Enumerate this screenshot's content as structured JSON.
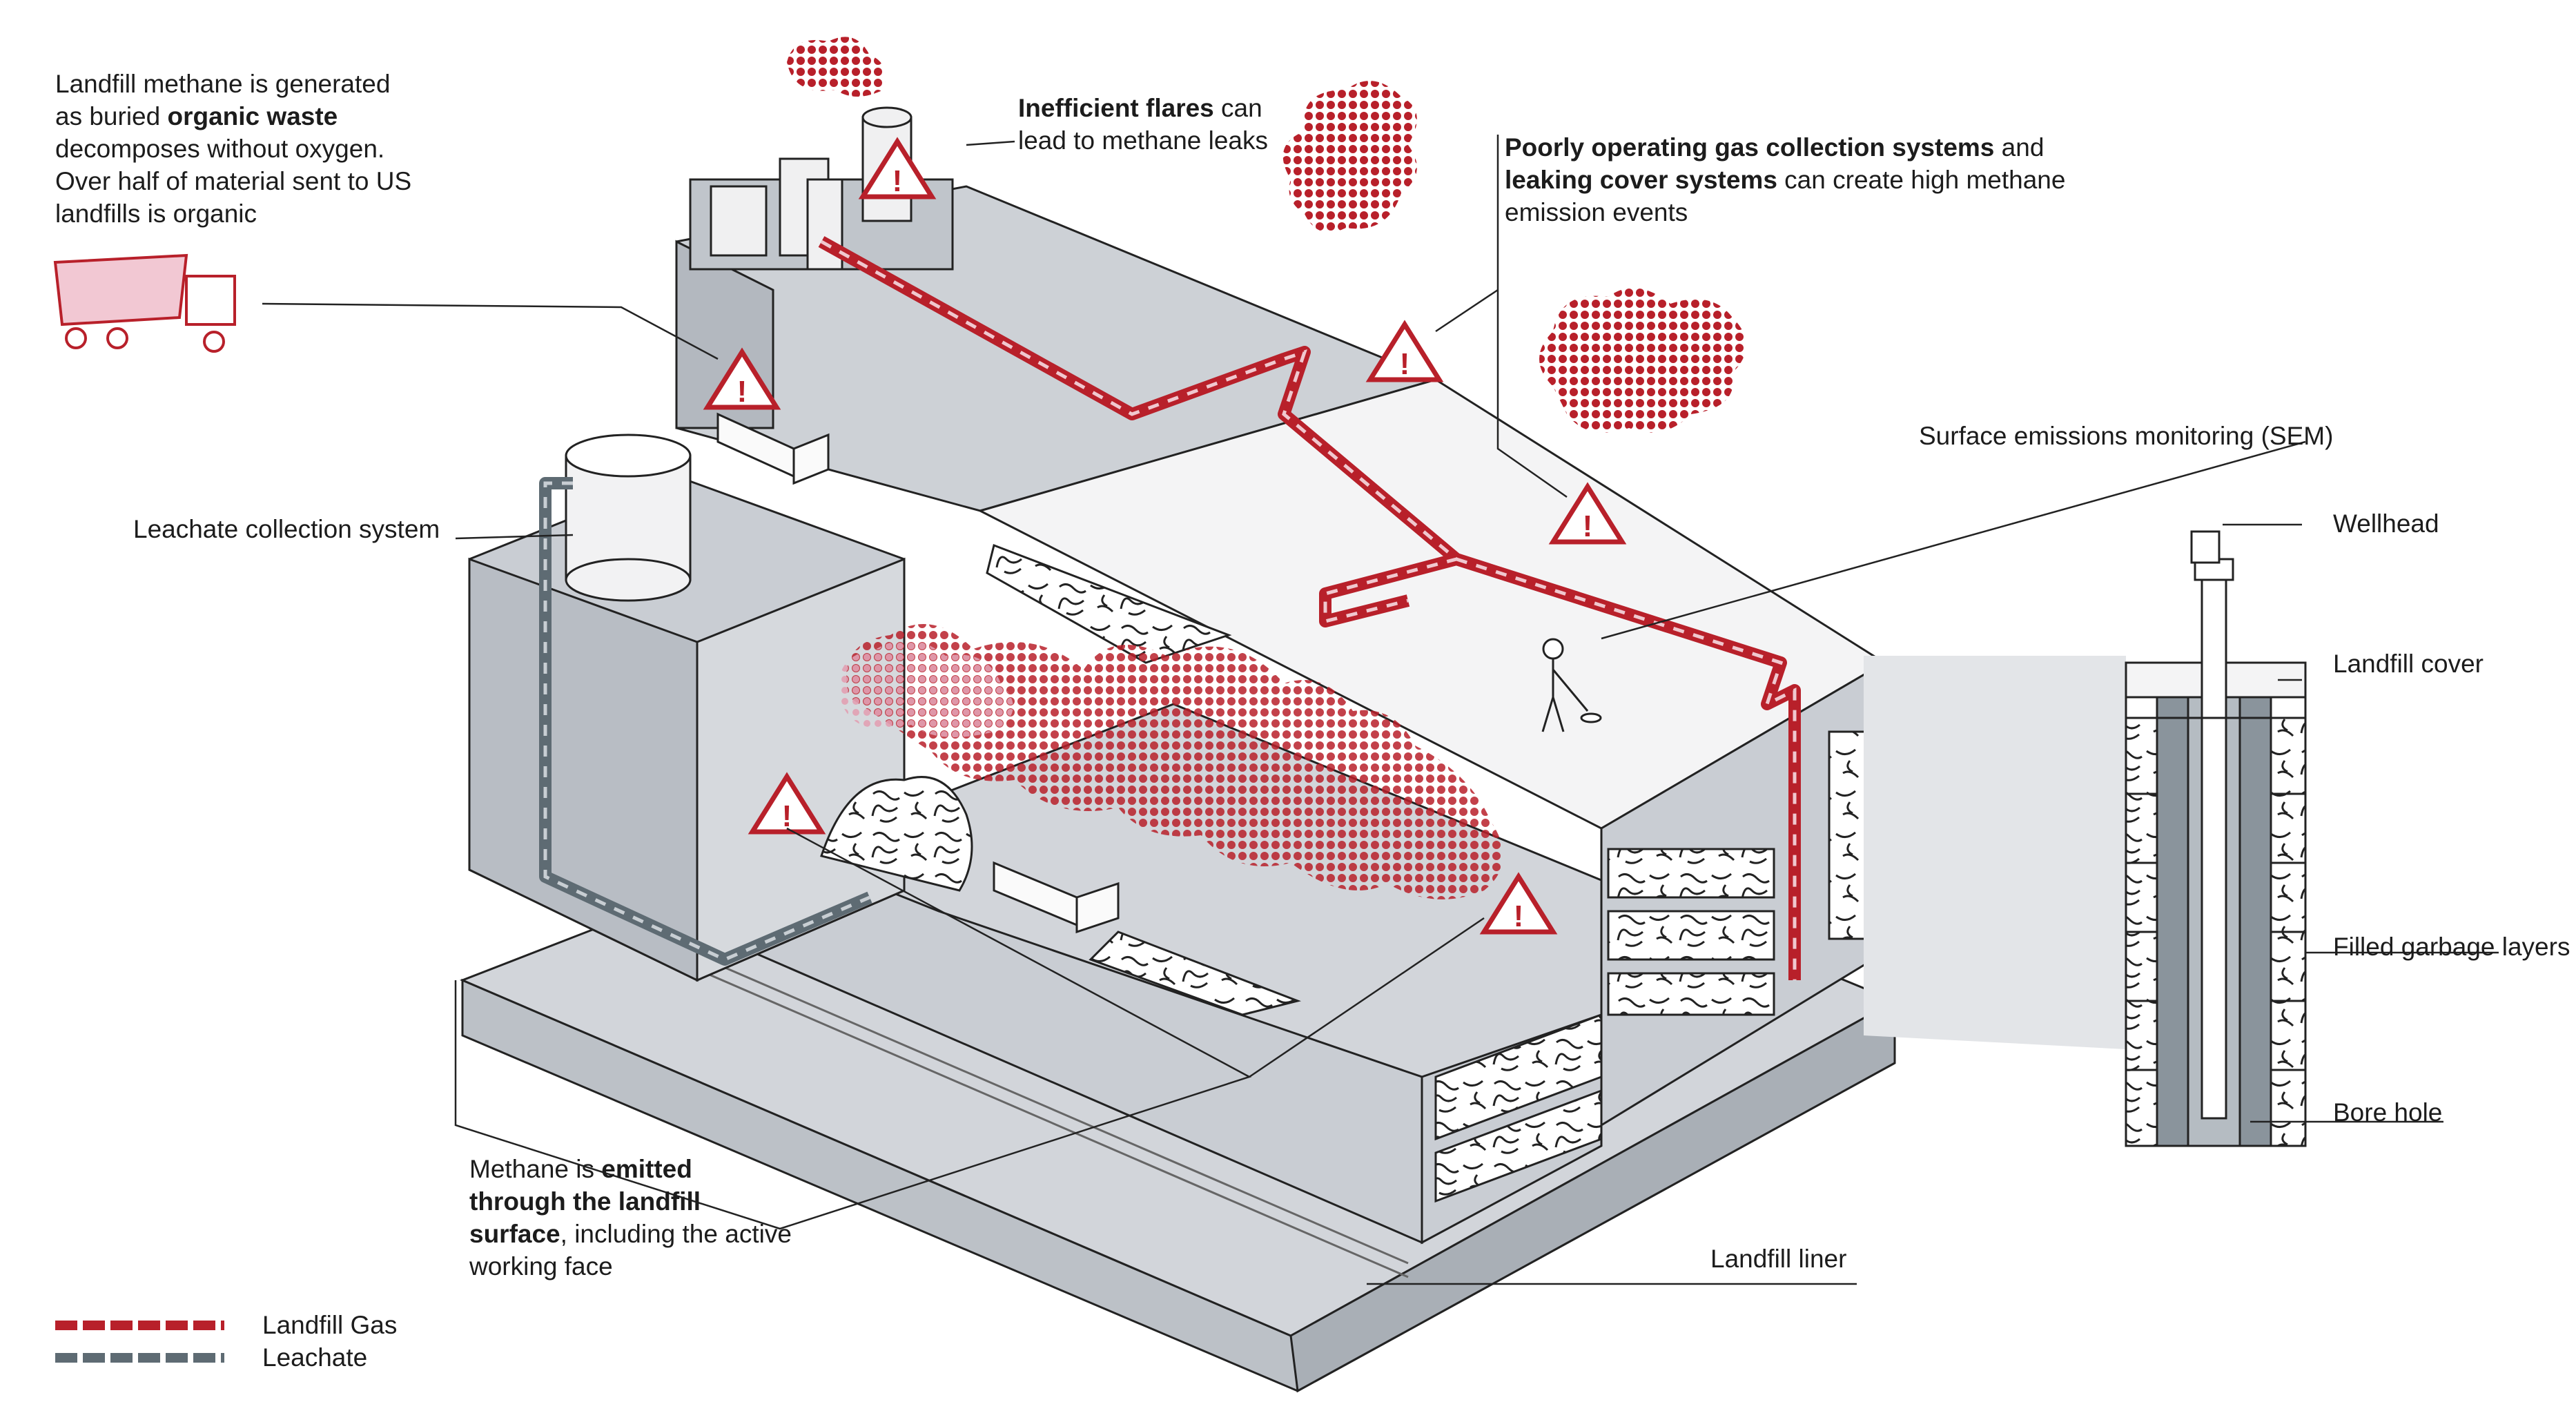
{
  "callouts": {
    "organic_waste": {
      "line1": "Landfill methane is generated",
      "line2_pre": "as buried ",
      "line2_bold": "organic waste",
      "line3": "decomposes without oxygen.",
      "line4": "Over half of material sent to US",
      "line5": "landfills is organic"
    },
    "flares": {
      "bold": "Inefficient flares",
      "rest1": " can",
      "line2": "lead to methane leaks"
    },
    "collection": {
      "bold1": "Poorly operating gas collection systems",
      "rest1": " and",
      "bold2": "leaking cover systems",
      "rest2": " can create high methane",
      "line3": "emission events"
    },
    "surface": {
      "pre": "Methane is ",
      "bold1": "emitted",
      "bold2": "through the landfill",
      "bold3": "surface",
      "rest3": ", including the active",
      "line4": "working face"
    }
  },
  "labels": {
    "leachate_collection": "Leachate collection system",
    "sem": "Surface emissions monitoring (SEM)",
    "wellhead": "Wellhead",
    "cover": "Landfill cover",
    "garbage": "Filled garbage layers",
    "bore": "Bore hole",
    "liner": "Landfill liner"
  },
  "legend": {
    "gas": "Landfill Gas",
    "leachate": "Leachate"
  },
  "colors": {
    "methane_red": "#b8202a",
    "leachate_gray": "#5e6b73",
    "structure_gray": "#c9cdd3",
    "light_pink": "#e7a6b6"
  }
}
